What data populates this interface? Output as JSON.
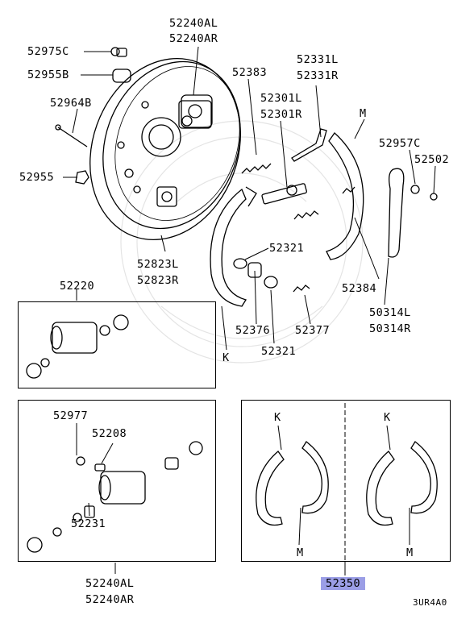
{
  "labels": {
    "p52240al": "52240AL",
    "p52240ar": "52240AR",
    "p52975c": "52975C",
    "p52955b": "52955B",
    "p52964b": "52964B",
    "p52955": "52955",
    "p52383": "52383",
    "p52331l": "52331L",
    "p52331r": "52331R",
    "p52301l": "52301L",
    "p52301r": "52301R",
    "m_top": "M",
    "p52957c": "52957C",
    "p52502": "52502",
    "p52823l": "52823L",
    "p52823r": "52823R",
    "p52321a": "52321",
    "p52384": "52384",
    "p50314l": "50314L",
    "p50314r": "50314R",
    "p52376": "52376",
    "p52377": "52377",
    "p52321b": "52321",
    "k_mid": "K",
    "p52220": "52220",
    "p52977": "52977",
    "p52208": "52208",
    "p52231": "52231",
    "p52240al_b": "52240AL",
    "p52240ar_b": "52240AR",
    "k_left": "K",
    "k_right": "K",
    "m_left": "M",
    "m_right": "M",
    "p52350": "52350",
    "code": "3UR4A0"
  },
  "colors": {
    "highlight": "#9b9ee6",
    "line": "#000000"
  }
}
